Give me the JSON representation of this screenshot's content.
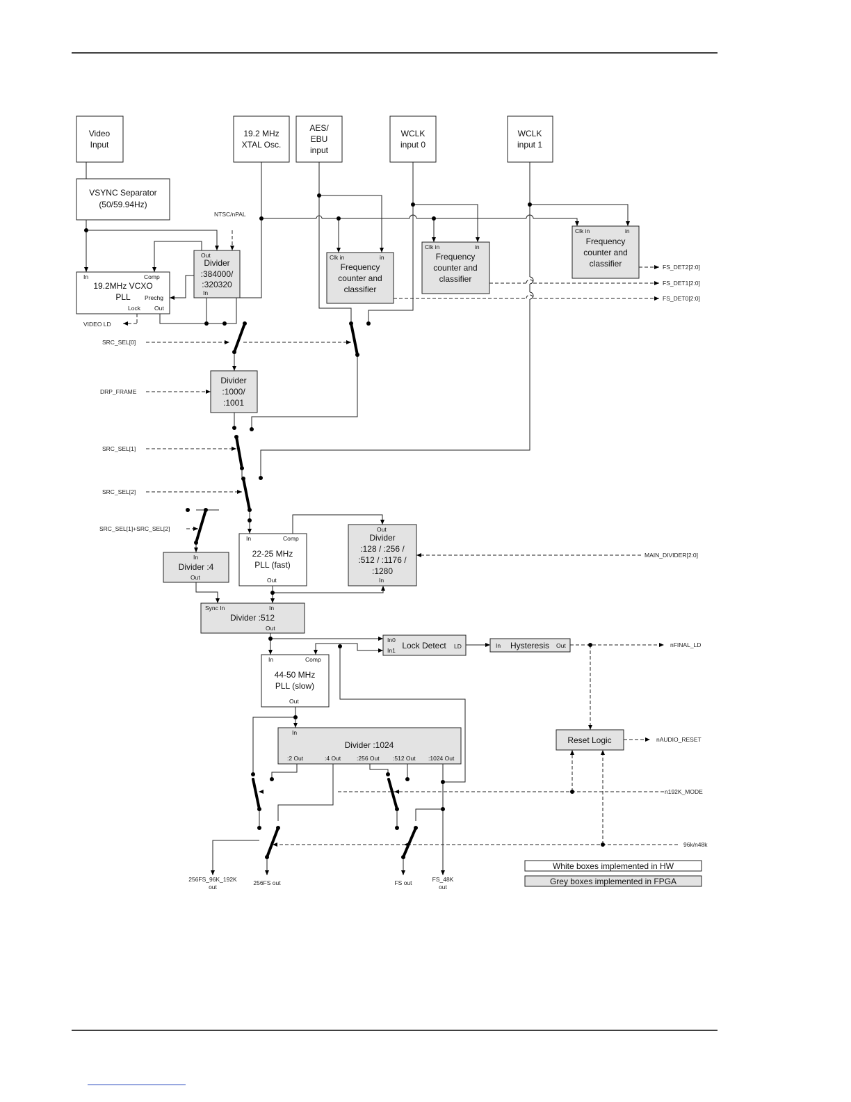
{
  "boxes": {
    "video_input": [
      "Video",
      "Input"
    ],
    "xtal": [
      "19.2 MHz",
      "XTAL Osc."
    ],
    "aes": [
      "AES/",
      "EBU",
      "input"
    ],
    "wclk0": [
      "WCLK",
      "input 0"
    ],
    "wclk1": [
      "WCLK",
      "input 1"
    ],
    "vsync": [
      "VSYNC Separator",
      "(50/59.94Hz)"
    ],
    "vcxo": [
      "19.2MHz VCXO",
      "PLL"
    ],
    "div_vid": [
      "Divider",
      ":384000/",
      ":320320"
    ],
    "fc_aes": [
      "Frequency",
      "counter and",
      "classifier"
    ],
    "fc_w0": [
      "Frequency",
      "counter and",
      "classifier"
    ],
    "fc_w1": [
      "Frequency",
      "counter and",
      "classifier"
    ],
    "div_1000": [
      "Divider",
      ":1000/",
      ":1001"
    ],
    "div4": [
      "Divider :4"
    ],
    "pll_fast": [
      "22-25 MHz",
      "PLL (fast)"
    ],
    "div_main": [
      "Divider",
      ":128 / :256 /",
      ":512 / :1176 /",
      ":1280"
    ],
    "div512": [
      "Divider :512"
    ],
    "lock": [
      "Lock Detect"
    ],
    "hyst": [
      "Hysteresis"
    ],
    "pll_slow": [
      "44-50 MHz",
      "PLL (slow)"
    ],
    "div1024": [
      "Divider :1024"
    ],
    "reset": [
      "Reset Logic"
    ]
  },
  "pins": {
    "in": "In",
    "out": "Out",
    "comp": "Comp",
    "prechg": "Prechg",
    "lock": "Lock",
    "clk_in": "Clk in",
    "in_lower": "in",
    "sync_in": "Sync In",
    "in0": "In0",
    "in1": "In1",
    "ld": "LD",
    "out2": ":2 Out",
    "out4": ":4 Out",
    "out256": ":256 Out",
    "out512": ":512 Out",
    "out1024": ":1024 Out"
  },
  "signals": {
    "ntsc": "NTSC/nPAL",
    "video_ld": "VIDEO LD",
    "src0": "SRC_SEL[0]",
    "drp": "DRP_FRAME",
    "src1": "SRC_SEL[1]",
    "src2": "SRC_SEL[2]",
    "src12": "SRC_SEL[1]+SRC_SEL[2]",
    "main_div": "MAIN_DIVIDER[2:0]",
    "fs2": "FS_DET2[2:0]",
    "fs1": "FS_DET1[2:0]",
    "fs0": "FS_DET0[2:0]",
    "nfinal": "nFINAL_LD",
    "naudio": "nAUDIO_RESET",
    "n192": "n192K_MODE",
    "k96": "96k/n48k"
  },
  "outputs": {
    "o1": [
      "256FS_96K_192K",
      "out"
    ],
    "o2": [
      "256FS out"
    ],
    "o3": [
      "FS out"
    ],
    "o4": [
      "FS_48K",
      "out"
    ]
  },
  "legend": {
    "white": "White boxes implemented in HW",
    "grey": "Grey boxes implemented in FPGA"
  },
  "colors": {
    "fpga_fill": "#e3e3e3",
    "hw_fill": "#ffffff",
    "line": "#222222"
  }
}
